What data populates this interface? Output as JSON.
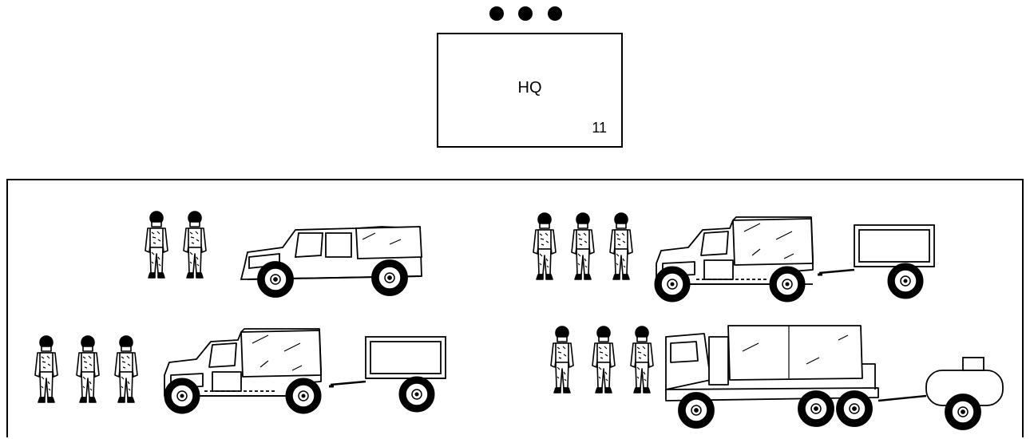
{
  "header": {
    "dots": [
      "dot",
      "dot",
      "dot"
    ]
  },
  "hq": {
    "label": "HQ",
    "count": "11"
  },
  "groups": [
    {
      "soldiers": 2,
      "vehicle": "humvee"
    },
    {
      "soldiers": 3,
      "vehicle": "cargo-humvee-with-trailer"
    },
    {
      "soldiers": 3,
      "vehicle": "cargo-humvee-with-trailer"
    },
    {
      "soldiers": 3,
      "vehicle": "cargo-truck-with-water-trailer"
    }
  ],
  "colors": {
    "line": "#000000",
    "background": "#ffffff"
  }
}
